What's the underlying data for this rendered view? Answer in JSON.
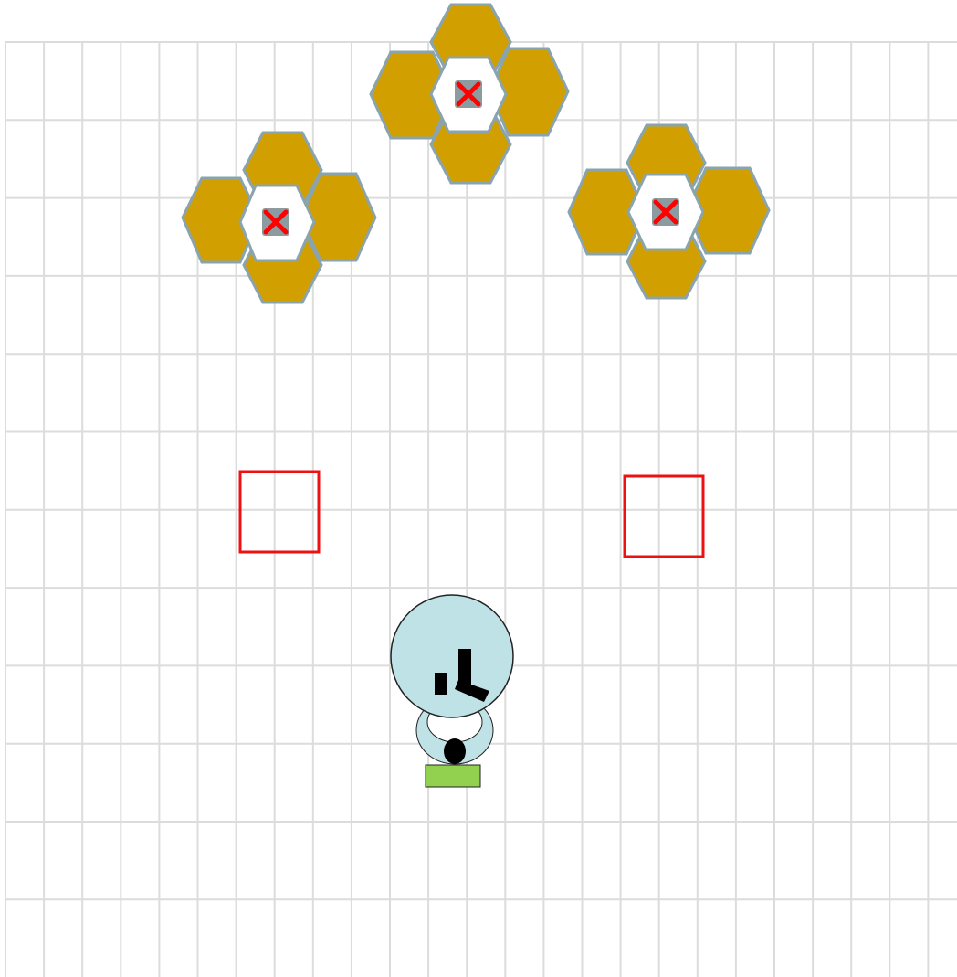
{
  "board": {
    "type": "grid-playfield",
    "grid_color": "#dcdcdc",
    "background": "#ffffff"
  },
  "colors": {
    "petal_fill": "#d19f00",
    "petal_stroke": "#8aa4ad",
    "center_fill": "#ffffff",
    "marker_fill": "#8c9ba0",
    "x_mark": "#ff0000",
    "target_stroke": "#ee1111",
    "robot_body": "#bfe2e6",
    "robot_outline": "#222222",
    "robot_arm": "#000000",
    "robot_base": "#92d050"
  },
  "clusters": [
    {
      "name": "hex-cluster-left",
      "marker": "x-marker-icon"
    },
    {
      "name": "hex-cluster-top",
      "marker": "x-marker-icon"
    },
    {
      "name": "hex-cluster-right",
      "marker": "x-marker-icon"
    }
  ],
  "targets": [
    {
      "name": "drop-target-left",
      "state": "empty"
    },
    {
      "name": "drop-target-right",
      "state": "empty"
    }
  ],
  "robot": {
    "name": "robot-player",
    "icon": "robot-arm-icon"
  }
}
